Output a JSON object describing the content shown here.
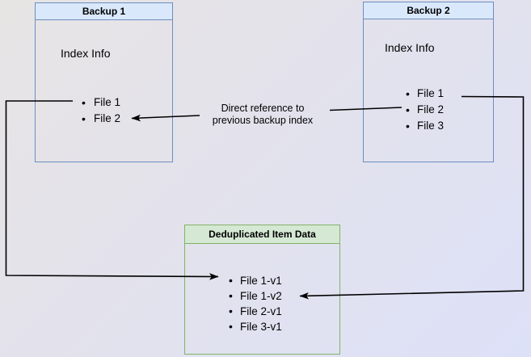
{
  "backup1": {
    "title": "Backup 1",
    "section_label": "Index Info",
    "files": [
      "File 1",
      "File 2"
    ]
  },
  "backup2": {
    "title": "Backup 2",
    "section_label": "Index Info",
    "files": [
      "File 1",
      "File 2",
      "File 3"
    ]
  },
  "dedup": {
    "title": "Deduplicated Item Data",
    "items": [
      "File 1-v1",
      "File 1-v2",
      "File 2-v1",
      "File 3-v1"
    ]
  },
  "annotation": {
    "line1": "Direct reference to",
    "line2": "previous backup index"
  },
  "colors": {
    "bg_start": "#e7e4e4",
    "bg_end": "#dde1f8",
    "blue_fill": "#dae8fc",
    "blue_border": "#6c8ebf",
    "green_fill": "#d5e8d4",
    "green_border": "#82b366",
    "line": "#000000",
    "text": "#000000"
  }
}
